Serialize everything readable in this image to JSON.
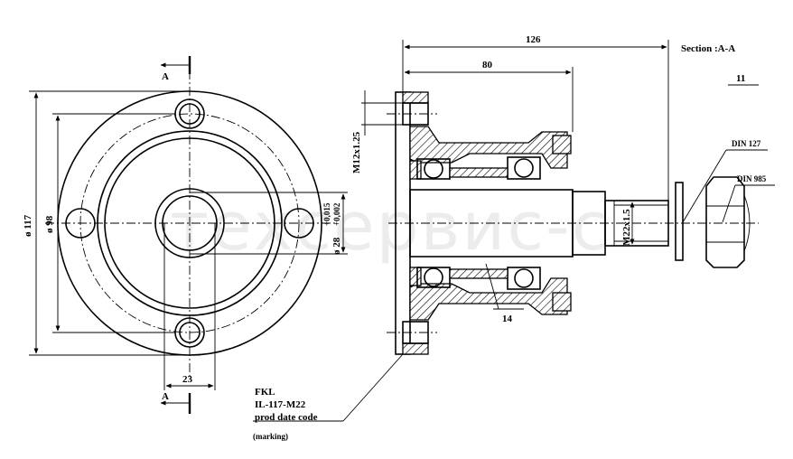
{
  "section": {
    "title": "Section :A-A",
    "number": "11"
  },
  "cut_marks": {
    "top": "A",
    "bottom": "A"
  },
  "front_view": {
    "outer_diameter": "ø 117",
    "bolt_circle": "ø 98",
    "bore": "ø 28",
    "bore_tol_upper": "+0,015",
    "bore_tol_lower": "+0,002",
    "hub_width": "23"
  },
  "section_view": {
    "overall_length": "126",
    "hub_length": "80",
    "flange_thread": "M12x1.25",
    "axle_thread": "M22x1.5",
    "washer_std": "DIN 127",
    "nut_std": "DIN 985",
    "bearing_ref": "14"
  },
  "marking": {
    "line1": "FKL",
    "line2": "IL-117-M22",
    "line3": "prod date code",
    "label": "(marking)"
  },
  "watermark": "техсервис-с"
}
